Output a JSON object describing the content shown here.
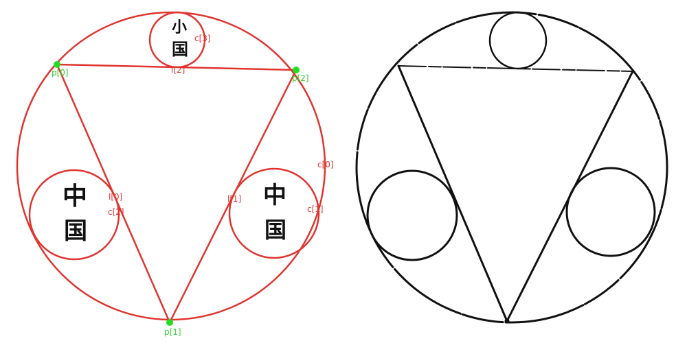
{
  "colors": {
    "annotation": "#e0342f",
    "point": "#22dd22",
    "ink": "#111111",
    "background": "#ffffff"
  },
  "left_panel": {
    "circle_labels": [
      "c[0]",
      "c[1]",
      "c[2]",
      "c[3]"
    ],
    "line_labels": [
      "l[0]",
      "l[1]",
      "l[2]"
    ],
    "point_labels": [
      "p[0]",
      "p[1]",
      "p[2]"
    ],
    "glyphs": {
      "top_circle": [
        "小",
        "国"
      ],
      "left_circle": [
        "中",
        "国"
      ],
      "right_circle": [
        "中",
        "国"
      ]
    }
  }
}
